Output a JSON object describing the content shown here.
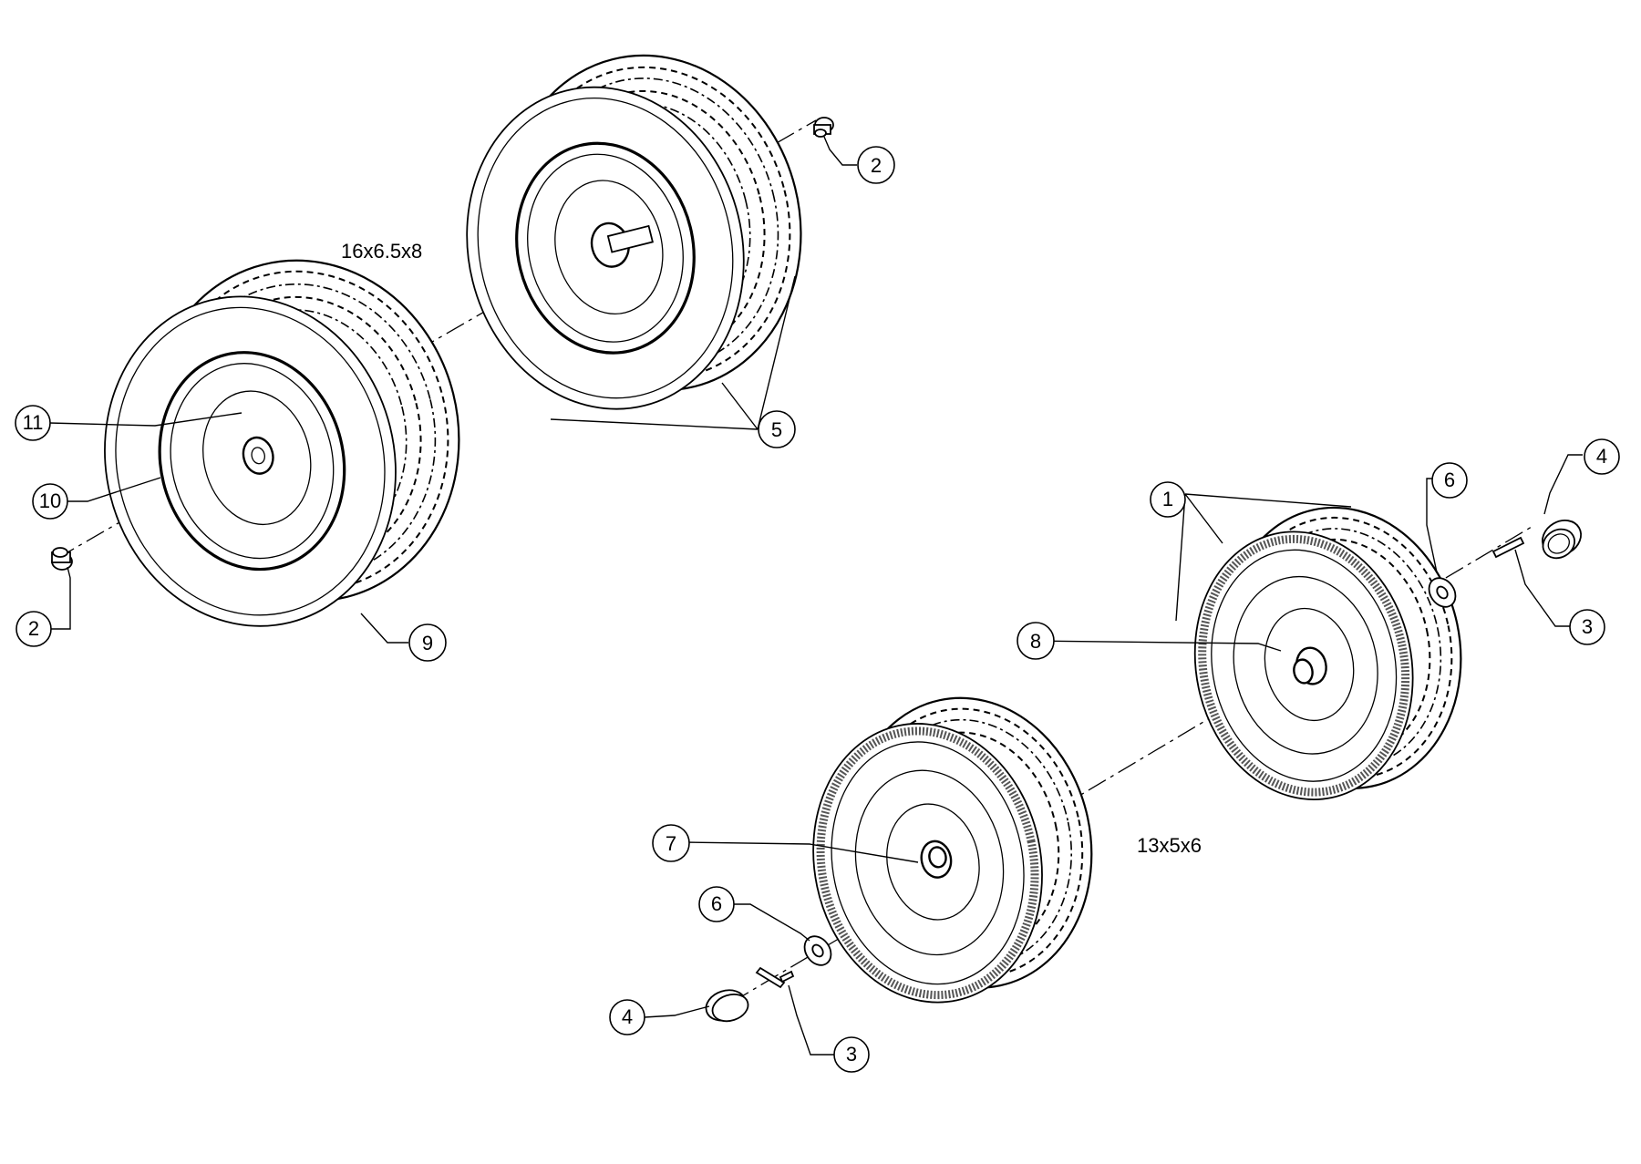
{
  "diagram": {
    "size_labels": {
      "rear_tire": "16x6.5x8",
      "front_tire": "13x5x6"
    },
    "callouts": [
      {
        "id": "c-2-top",
        "num": "2"
      },
      {
        "id": "c-5",
        "num": "5"
      },
      {
        "id": "c-11",
        "num": "11"
      },
      {
        "id": "c-10",
        "num": "10"
      },
      {
        "id": "c-2-bottom",
        "num": "2"
      },
      {
        "id": "c-9",
        "num": "9"
      },
      {
        "id": "c-1",
        "num": "1"
      },
      {
        "id": "c-6-right",
        "num": "6"
      },
      {
        "id": "c-4-right",
        "num": "4"
      },
      {
        "id": "c-3-right",
        "num": "3"
      },
      {
        "id": "c-8",
        "num": "8"
      },
      {
        "id": "c-7",
        "num": "7"
      },
      {
        "id": "c-6-left",
        "num": "6"
      },
      {
        "id": "c-4-left",
        "num": "4"
      },
      {
        "id": "c-3-left",
        "num": "3"
      }
    ]
  }
}
